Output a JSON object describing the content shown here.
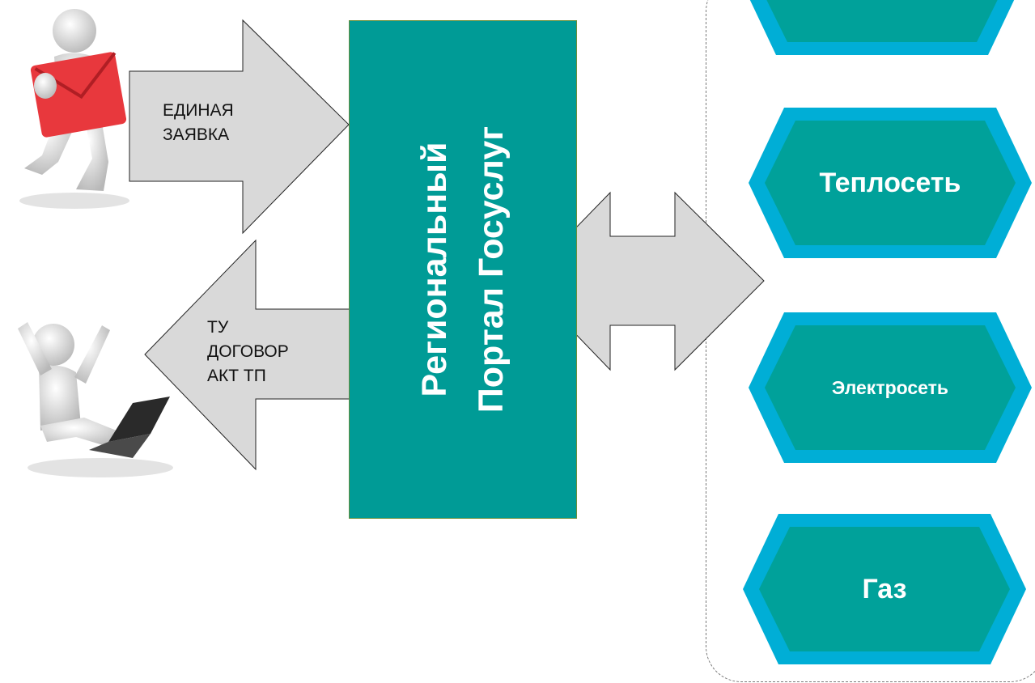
{
  "portal": {
    "title_line1": "Региональный",
    "title_line2": "Портал Госуслуг"
  },
  "arrows": {
    "incoming_label": "ЕДИНАЯ\nЗАЯВКА",
    "outgoing_label": "ТУ\nДОГОВОР\nАКТ ТП"
  },
  "services": [
    {
      "label": ""
    },
    {
      "label": "Теплосеть"
    },
    {
      "label": "Электросеть"
    },
    {
      "label": "Газ"
    }
  ],
  "colors": {
    "portal_fill": "#009b96",
    "hex_outer": "#00aed6",
    "hex_inner": "#00a19a",
    "arrow_fill": "#d9d9d9",
    "figure_envelope": "#e8383d"
  },
  "icons": [
    "person-with-envelope-icon",
    "person-with-laptop-icon"
  ]
}
